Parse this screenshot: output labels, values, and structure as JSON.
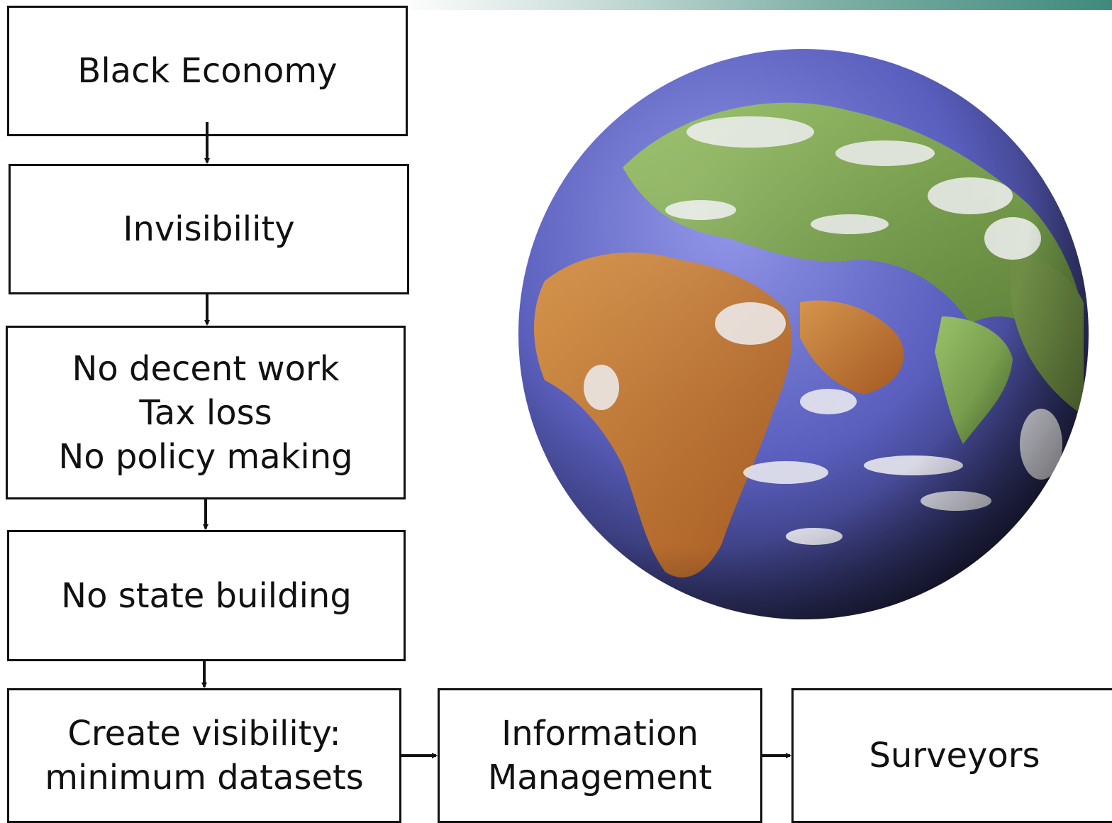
{
  "flow": {
    "black_economy": [
      "Black Economy"
    ],
    "invisibility": [
      "Invisibility"
    ],
    "consequences": [
      "No decent work",
      "Tax loss",
      "No policy making"
    ],
    "state": [
      "No state building"
    ],
    "visibility": [
      "Create visibility:",
      "minimum datasets"
    ],
    "information": [
      "Information",
      "Management"
    ],
    "surveyors": [
      "Surveyors"
    ]
  },
  "image": {
    "icon": "globe-icon",
    "subject": "Earth globe"
  },
  "colors": {
    "accent_bar": "#3f8a7c",
    "ocean": "#5a5fc0",
    "land_desert": "#c9782e",
    "land_green": "#7fae54",
    "clouds": "#f2f2f4"
  }
}
